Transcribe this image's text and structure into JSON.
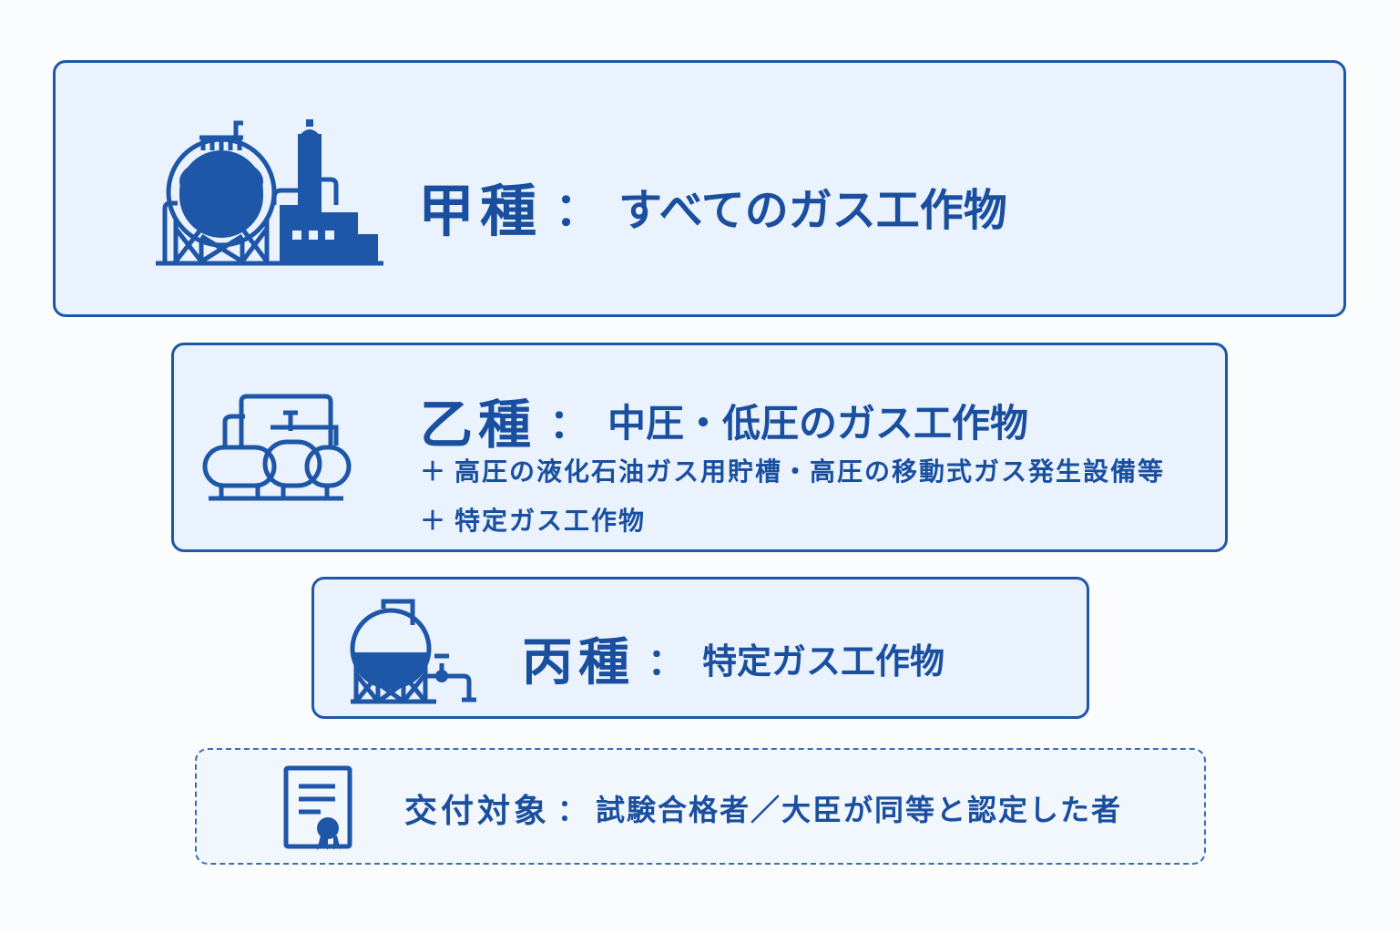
{
  "cards": [
    {
      "grade": "甲種",
      "scope": "すべてのガス工作物",
      "icon": "spherical-gas-tank-plant-icon"
    },
    {
      "grade": "乙種",
      "scope": "中圧・低圧のガス工作物",
      "additions": [
        "高圧の液化石油ガス用貯槽・高圧の移動式ガス発生設備等",
        "特定ガス工作物"
      ],
      "icon": "horizontal-tanks-piping-icon"
    },
    {
      "grade": "丙種",
      "scope": "特定ガス工作物",
      "icon": "small-sphere-tank-valve-icon"
    }
  ],
  "issuance": {
    "label": "交付対象",
    "target": "試験合格者／大臣が同等と認定した者",
    "icon": "certificate-icon"
  },
  "colon": "：",
  "plus": "＋",
  "colors": {
    "primary": "#1e56a8",
    "card_fill": "#eaf3fd",
    "background": "#fbfcfe"
  }
}
